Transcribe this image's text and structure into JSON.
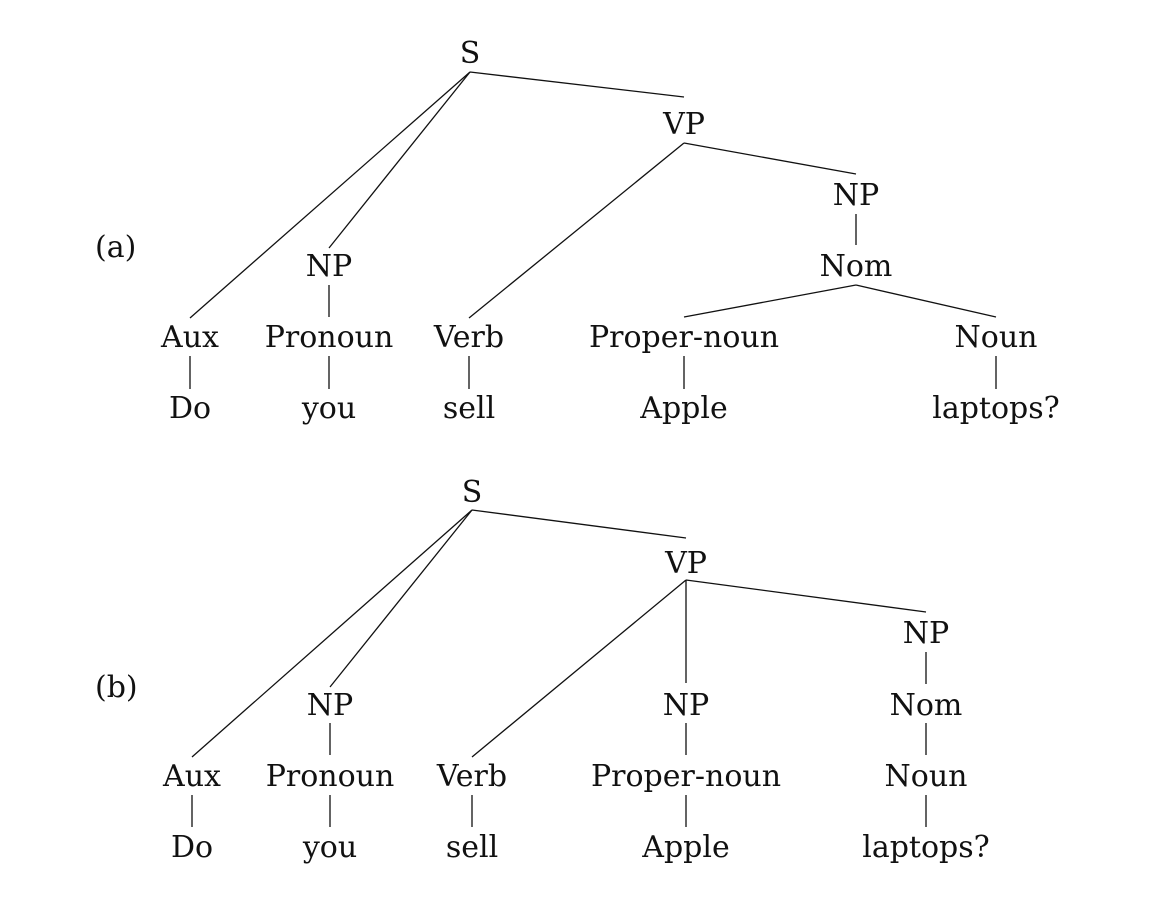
{
  "trees": [
    {
      "label": "(a)",
      "nodes": {
        "s": "S",
        "vp": "VP",
        "np_obj": "NP",
        "nom": "Nom",
        "np_subj": "NP",
        "aux": "Aux",
        "pronoun": "Pronoun",
        "verb": "Verb",
        "proper_noun": "Proper-noun",
        "noun": "Noun",
        "w_do": "Do",
        "w_you": "you",
        "w_sell": "sell",
        "w_apple": "Apple",
        "w_laptops": "laptops?"
      }
    },
    {
      "label": "(b)",
      "nodes": {
        "s": "S",
        "vp": "VP",
        "np_obj1": "NP",
        "np_obj2": "NP",
        "nom": "Nom",
        "np_subj": "NP",
        "aux": "Aux",
        "pronoun": "Pronoun",
        "verb": "Verb",
        "proper_noun": "Proper-noun",
        "noun": "Noun",
        "w_do": "Do",
        "w_you": "you",
        "w_sell": "sell",
        "w_apple": "Apple",
        "w_laptops": "laptops?"
      }
    }
  ]
}
